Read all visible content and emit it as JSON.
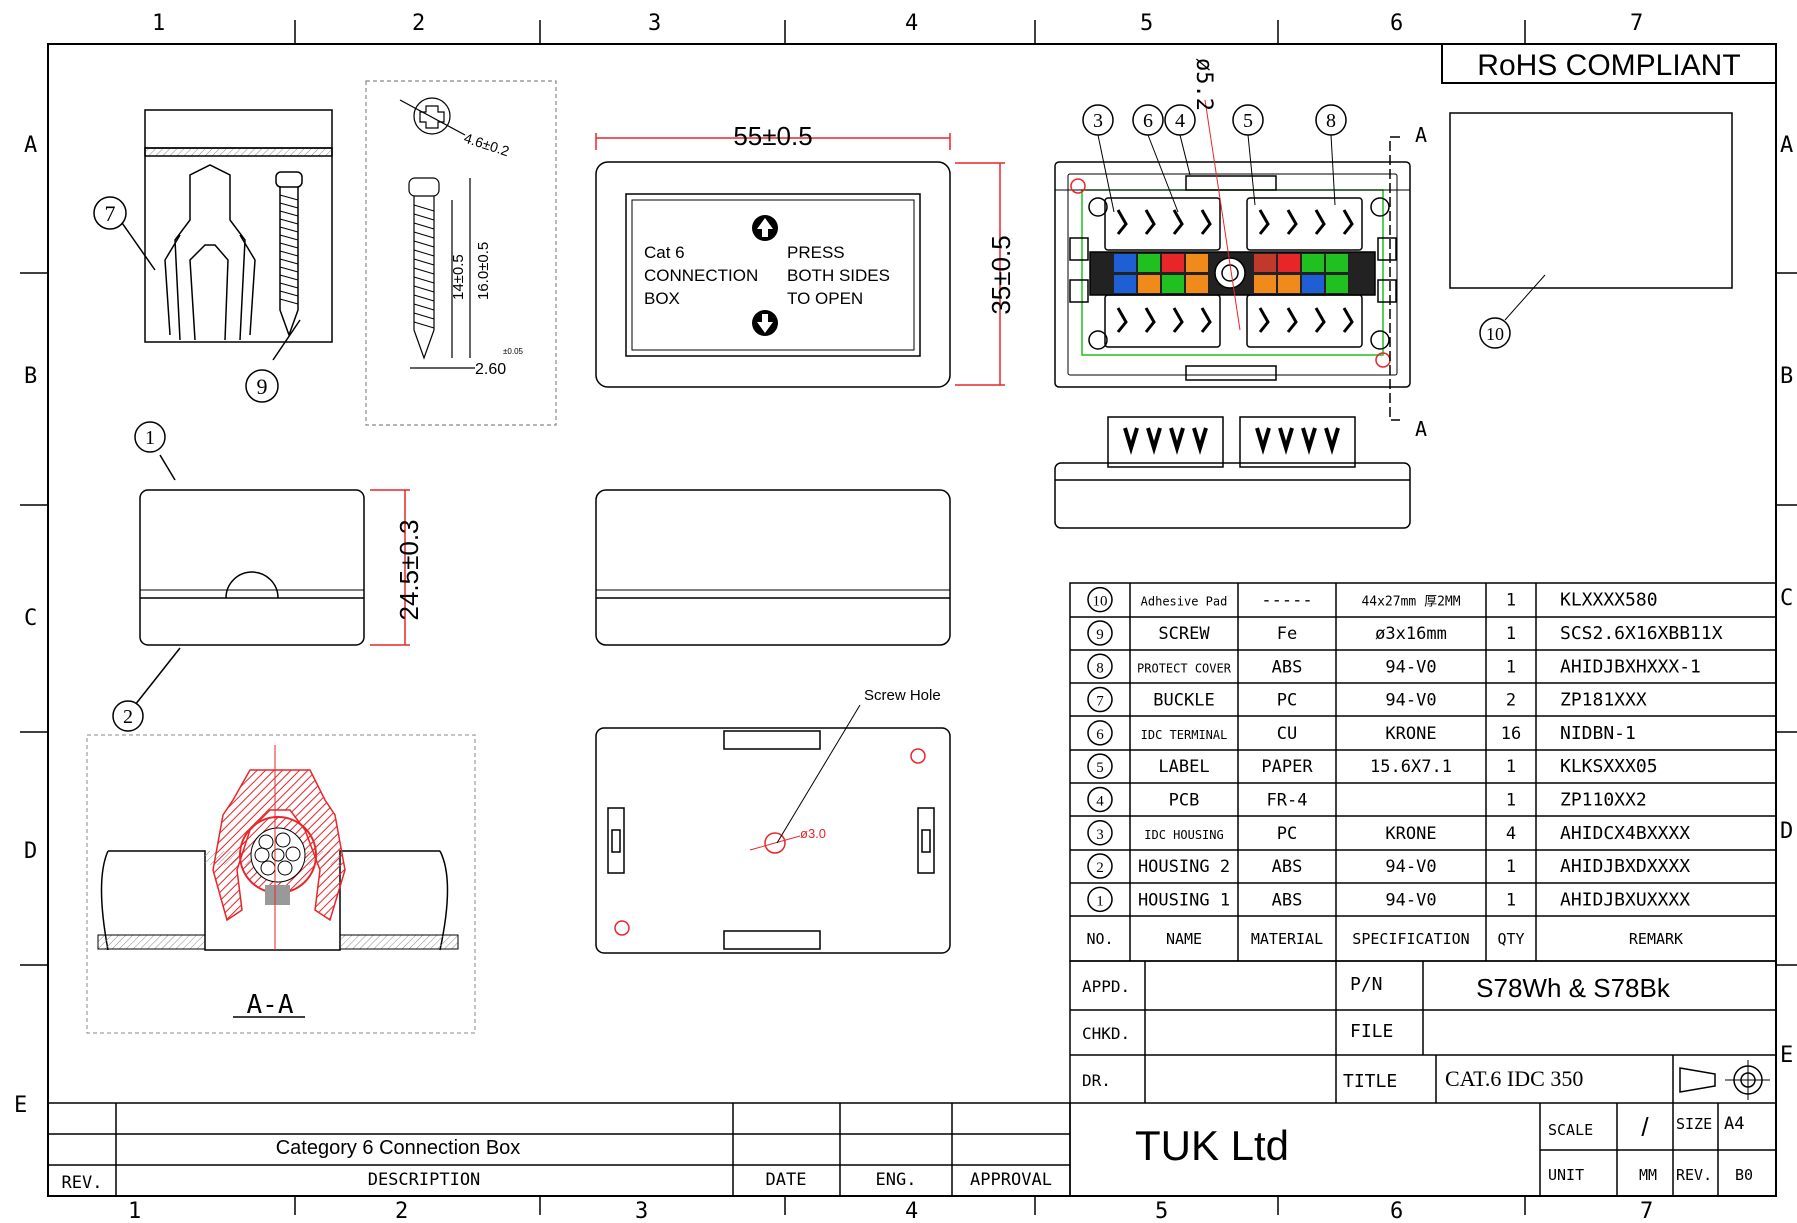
{
  "compliance": "RoHS COMPLIANT",
  "grid": {
    "columns": [
      "1",
      "2",
      "3",
      "4",
      "5",
      "6",
      "7"
    ],
    "rows": [
      "A",
      "B",
      "C",
      "D",
      "E"
    ]
  },
  "views": {
    "top": {
      "width_dim": "55±0.5",
      "height_dim": "35±0.5",
      "label_left": [
        "Cat 6",
        "CONNECTION",
        "BOX"
      ],
      "label_right": [
        "PRESS",
        "BOTH SIDES",
        "TO OPEN"
      ]
    },
    "screw_detail": {
      "head_dim": "4.6±0.2",
      "len1": "14±0.5",
      "len2": "16.0±0.5",
      "dia": "2.60",
      "tol": "±0.05"
    },
    "side": {
      "height_dim": "24.5±0.3"
    },
    "bottom": {
      "screw_hole_label": "Screw Hole",
      "hole_dim": "ø3.0"
    },
    "internal": {
      "dim_top": "ø5.2",
      "section_mark": "A"
    },
    "section": {
      "label": "A-A"
    },
    "callouts": {
      "c1": "1",
      "c2": "2",
      "c3": "3",
      "c4": "4",
      "c5": "5",
      "c6": "6",
      "c7": "7",
      "c8": "8",
      "c9": "9",
      "c10": "10"
    }
  },
  "bom": {
    "rows": [
      {
        "no": "10",
        "name": "Adhesive Pad",
        "material": "-----",
        "spec": "44x27mm 厚2MM",
        "qty": "1",
        "remark": "KLXXXX580"
      },
      {
        "no": "9",
        "name": "SCREW",
        "material": "Fe",
        "spec": "ø3x16mm",
        "qty": "1",
        "remark": "SCS2.6X16XBB11X"
      },
      {
        "no": "8",
        "name": "PROTECT COVER",
        "material": "ABS",
        "spec": "94-V0",
        "qty": "1",
        "remark": "AHIDJBXHXXX-1"
      },
      {
        "no": "7",
        "name": "BUCKLE",
        "material": "PC",
        "spec": "94-V0",
        "qty": "2",
        "remark": "ZP181XXX"
      },
      {
        "no": "6",
        "name": "IDC TERMINAL",
        "material": "CU",
        "spec": "KRONE",
        "qty": "16",
        "remark": "NIDBN-1"
      },
      {
        "no": "5",
        "name": "LABEL",
        "material": "PAPER",
        "spec": "15.6X7.1",
        "qty": "1",
        "remark": "KLKSXXX05"
      },
      {
        "no": "4",
        "name": "PCB",
        "material": "FR-4",
        "spec": "",
        "qty": "1",
        "remark": "ZP110XX2"
      },
      {
        "no": "3",
        "name": "IDC HOUSING",
        "material": "PC",
        "spec": "KRONE",
        "qty": "4",
        "remark": "AHIDCX4BXXXX"
      },
      {
        "no": "2",
        "name": "HOUSING 2",
        "material": "ABS",
        "spec": "94-V0",
        "qty": "1",
        "remark": "AHIDJBXDXXXX"
      },
      {
        "no": "1",
        "name": "HOUSING 1",
        "material": "ABS",
        "spec": "94-V0",
        "qty": "1",
        "remark": "AHIDJBXUXXXX"
      }
    ],
    "headers": {
      "no": "NO.",
      "name": "NAME",
      "material": "MATERIAL",
      "spec": "SPECIFICATION",
      "qty": "QTY",
      "remark": "REMARK"
    }
  },
  "title_block": {
    "appd": "APPD.",
    "chkd": "CHKD.",
    "dr": "DR.",
    "pn_label": "P/N",
    "pn": "S78Wh & S78Bk",
    "file_label": "FILE",
    "title_label": "TITLE",
    "title": "CAT.6 IDC 350",
    "company": "TUK Ltd",
    "scale_label": "SCALE",
    "scale": "/",
    "unit_label": "UNIT",
    "unit": "MM",
    "size_label": "SIZE",
    "size": "A4",
    "rev_label": "REV.",
    "rev": "B0"
  },
  "revision_block": {
    "description": "Category 6 Connection Box",
    "headers": {
      "rev": "REV.",
      "description": "DESCRIPTION",
      "date": "DATE",
      "eng": "ENG.",
      "approval": "APPROVAL"
    }
  },
  "colors": {
    "red": "#e8262a",
    "green": "#20c020",
    "blue": "#1f5fd6",
    "orange": "#f08a1a",
    "brown": "#c0392b",
    "hatch": "#e8262a"
  }
}
